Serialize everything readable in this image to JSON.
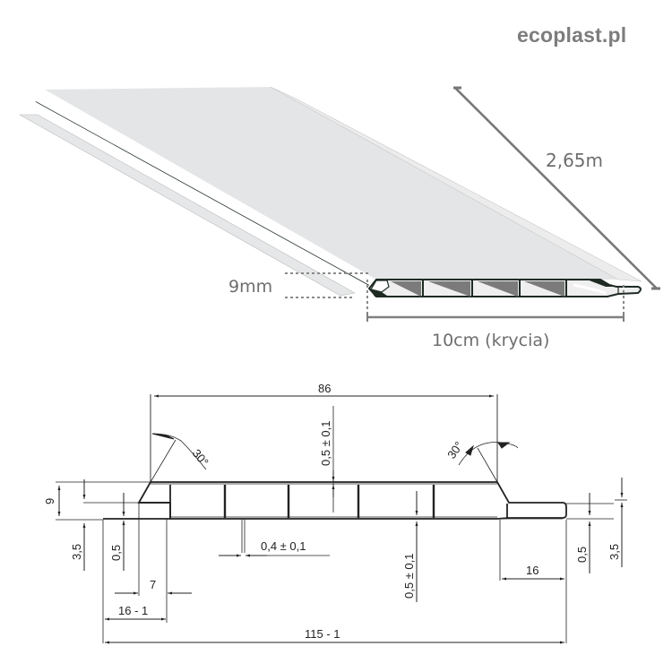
{
  "brand": {
    "text": "ecoplast.pl",
    "color": "#7d7d7d"
  },
  "render3d": {
    "length_label": "2,65m",
    "thickness_label": "9mm",
    "coverage_label": "10cm (krycia)",
    "panel_color": "#e4e5e6",
    "chamber_shadow_color": "#7b7b7b",
    "outline_color": "#1e2b23",
    "dimension_color": "#777777"
  },
  "drawing": {
    "dimensions": {
      "top_width": "86",
      "angle_left": "30°",
      "angle_right": "30°",
      "top_wall": "0,5 ± 0,1",
      "height": "9",
      "left_step_outer": "3,5",
      "left_step_inner": "0,5",
      "rib_wall": "0,4 ± 0,1",
      "bottom_wall": "0,5 ± 0,1",
      "right_tongue_inner": "0,5",
      "right_tongue_outer": "3,5",
      "left_7": "7",
      "left_16": "16 - 1",
      "right_16": "16",
      "total_width": "115 - 1"
    },
    "line_color": "#222222"
  }
}
